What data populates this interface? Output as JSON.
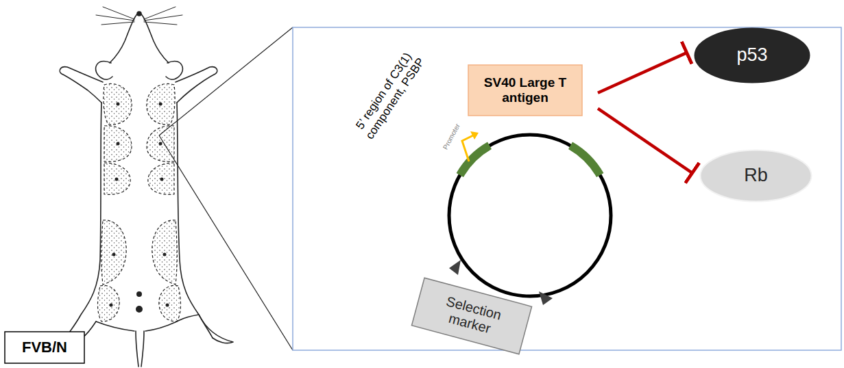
{
  "diagram": {
    "nodes": [
      {
        "text": [
          "FVB/N"
        ]
      },
      {
        "text": [
          "SV40 Large T antigen"
        ]
      },
      {
        "text": [
          "p53"
        ]
      },
      {
        "text": [
          "Rb"
        ]
      },
      {
        "text": [
          "Selection marker"
        ]
      }
    ],
    "edges": [
      {
        "from": 1,
        "to": 2,
        "arrow": "to"
      },
      {
        "from": 1,
        "to": 3,
        "arrow": "to"
      }
    ],
    "labels": [
      "5’ region of C3(1) component, PSBP",
      "Promoter"
    ]
  }
}
